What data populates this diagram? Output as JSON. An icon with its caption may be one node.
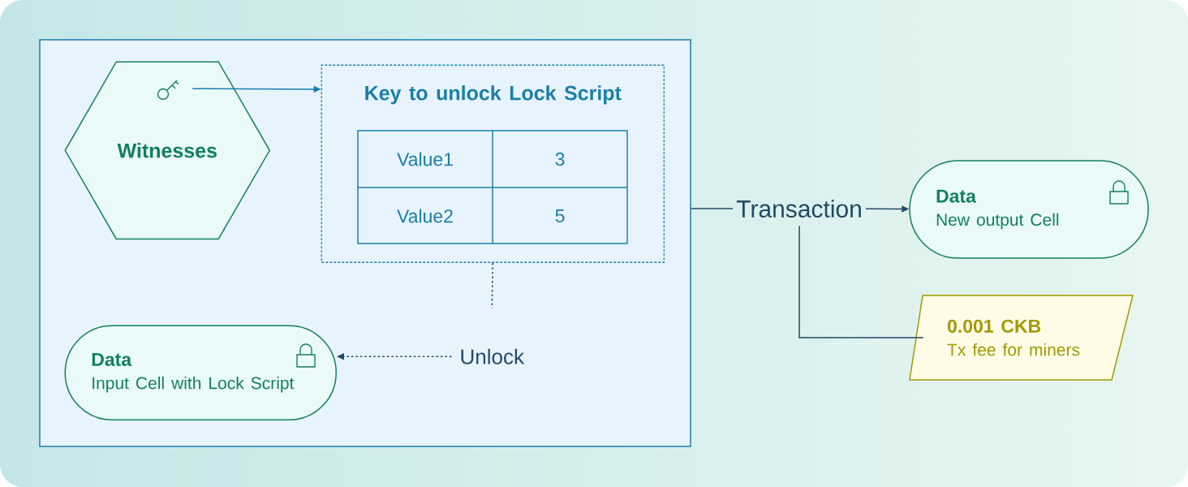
{
  "diagram": {
    "nodes": [
      {
        "text": [],
        "shape": "box"
      },
      {
        "text": [
          "Witnesses"
        ],
        "in": 0
      },
      {
        "text": [
          "Key to unlock Lock Script"
        ],
        "in": 0
      },
      {
        "text": [
          "Unlock"
        ],
        "in": 0
      },
      {
        "text": [
          "Data",
          "Input Cell with Lock Script"
        ],
        "in": 0
      },
      {
        "text": [
          "Transaction"
        ]
      },
      {
        "text": [
          "Data",
          "New output Cell"
        ]
      },
      {
        "text": [
          "0.001 CKB",
          "Tx fee for miners"
        ]
      }
    ],
    "edges": [
      {
        "from": 1,
        "to": 2,
        "arrow": "to",
        "color": "#1a7fa8"
      },
      {
        "from": 2,
        "to": 3,
        "arrow": "none",
        "style": "dashed"
      },
      {
        "from": 3,
        "to": 4,
        "arrow": "to",
        "style": "dashed"
      },
      {
        "from": 0,
        "to": 5,
        "arrow": "none"
      },
      {
        "from": 5,
        "to": 6,
        "arrow": "to"
      },
      {
        "from": 5,
        "to": 7,
        "arrow": "none"
      }
    ],
    "labels": [
      "Value1",
      "3",
      "Value2",
      "5"
    ]
  }
}
